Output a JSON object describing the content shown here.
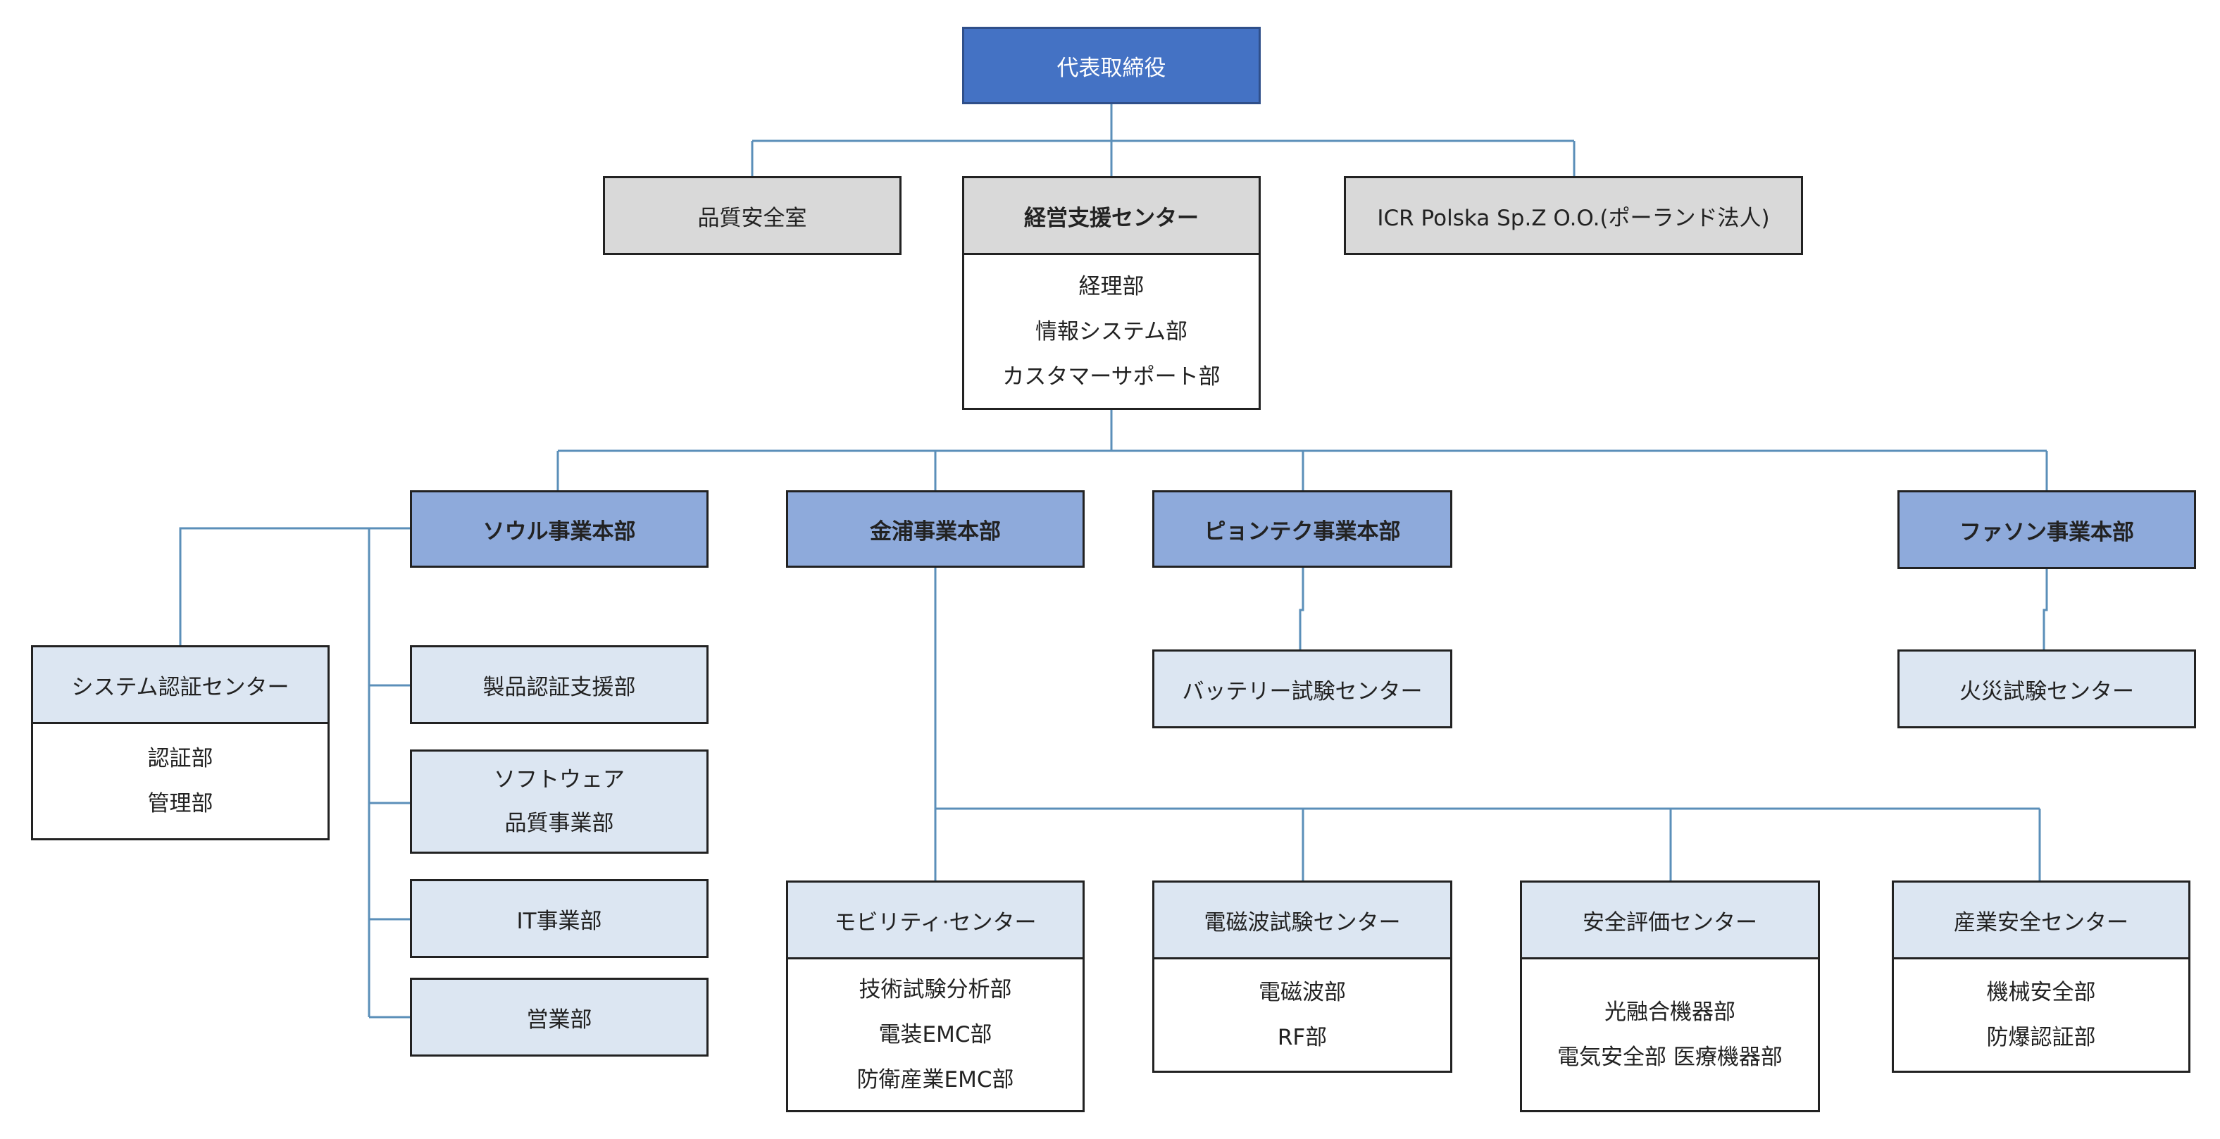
{
  "ceo": "代表取締役",
  "quality_office": "品質安全室",
  "management_center": {
    "title": "経営支援センター",
    "departments": [
      "経理部",
      "情報システム部",
      "カスタマーサポート部"
    ]
  },
  "poland": "ICR Polska Sp.Z O.O.(ポーランド法人)",
  "seoul": {
    "title": "ソウル事業本部",
    "system_cert_center": {
      "title": "システム認証センター",
      "departments": [
        "認証部",
        "管理部"
      ]
    },
    "units": [
      "製品認証支援部",
      "IT事業部",
      "営業部"
    ],
    "software_quality": [
      "ソフトウェア",
      "品質事業部"
    ]
  },
  "gimpo": {
    "title": "金浦事業本部",
    "centers": [
      {
        "title": "モビリティ·センター",
        "departments": [
          "技術試験分析部",
          "電装EMC部",
          "防衛産業EMC部"
        ]
      },
      {
        "title": "電磁波試験センター",
        "departments": [
          "電磁波部",
          "RF部"
        ]
      },
      {
        "title": "安全評価センター",
        "departments": [
          "光融合機器部",
          "電気安全部 医療機器部"
        ]
      },
      {
        "title": "産業安全センター",
        "departments": [
          "機械安全部",
          "防爆認証部"
        ]
      }
    ]
  },
  "pyeongtaek": {
    "title": "ピョンテク事業本部",
    "center": "バッテリー試験センター"
  },
  "hwaseong": {
    "title": "ファソン事業本部",
    "center": "火災試験センター"
  },
  "colors": {
    "connector": "#5b8fb9",
    "top": "#4472c4",
    "division": "#8eaadb",
    "unit": "#dce6f2",
    "staff": "#d9d9d9"
  }
}
